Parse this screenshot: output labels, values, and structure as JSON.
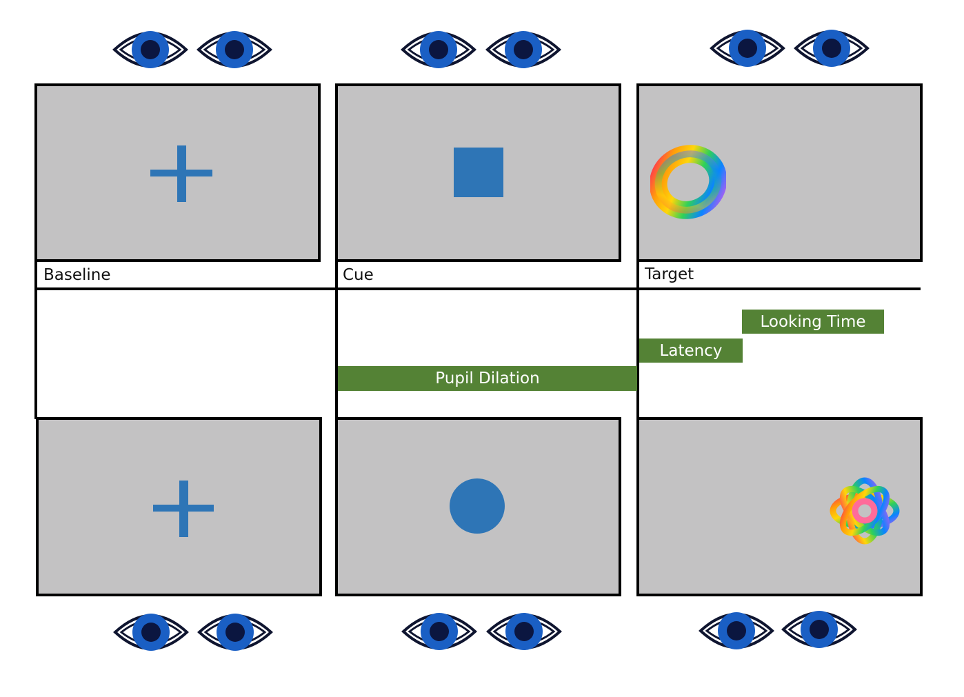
{
  "phases": {
    "baseline": "Baseline",
    "cue": "Cue",
    "target": "Target"
  },
  "measures": {
    "pupil_dilation": "Pupil Dilation",
    "latency": "Latency",
    "looking_time": "Looking Time"
  },
  "colors": {
    "screen": "#c3c2c3",
    "stimulus": "#2e75b6",
    "measure_bar": "#548235",
    "iris": "#1a5fc4",
    "pupil": "#0b1640"
  },
  "icons": {
    "eye": "eye-icon",
    "fixation": "plus-icon",
    "cue_top": "square-icon",
    "cue_bottom": "circle-icon",
    "target_top": "rainbow-torus-icon",
    "target_bottom": "rainbow-knot-icon"
  }
}
